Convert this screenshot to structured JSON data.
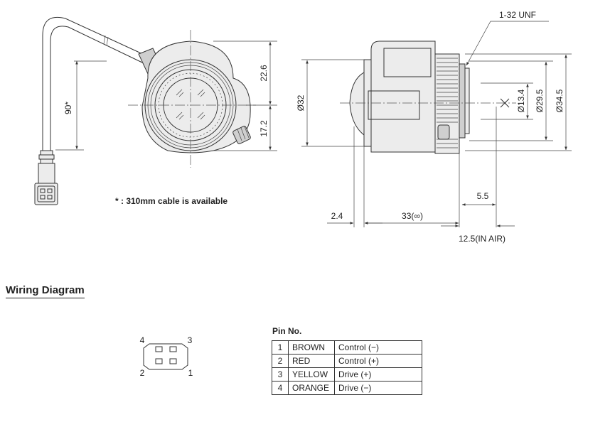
{
  "dimensions": {
    "front_upper": "22.6",
    "front_lower": "17.2",
    "cable_angle": "90*",
    "body_dia": "Ø32",
    "thread": "1-32 UNF",
    "dia_13_4": "Ø13.4",
    "dia_29_5": "Ø29.5",
    "dia_34_5": "Ø34.5",
    "d_5_5": "5.5",
    "d_2_4": "2.4",
    "d_33": "33(∞)",
    "d_12_5": "12.5(IN AIR)"
  },
  "cable_note": "* : 310mm  cable is available",
  "wiring": {
    "title": "Wiring Diagram",
    "connector_labels": [
      "4",
      "3",
      "2",
      "1"
    ],
    "pin_header": "Pin No.",
    "pins": [
      {
        "no": "1",
        "color": "BROWN",
        "function": "Control (−)"
      },
      {
        "no": "2",
        "color": "RED",
        "function": "Control (+)"
      },
      {
        "no": "3",
        "color": "YELLOW",
        "function": "Drive (+)"
      },
      {
        "no": "4",
        "color": "ORANGE",
        "function": "Drive (−)"
      }
    ]
  }
}
